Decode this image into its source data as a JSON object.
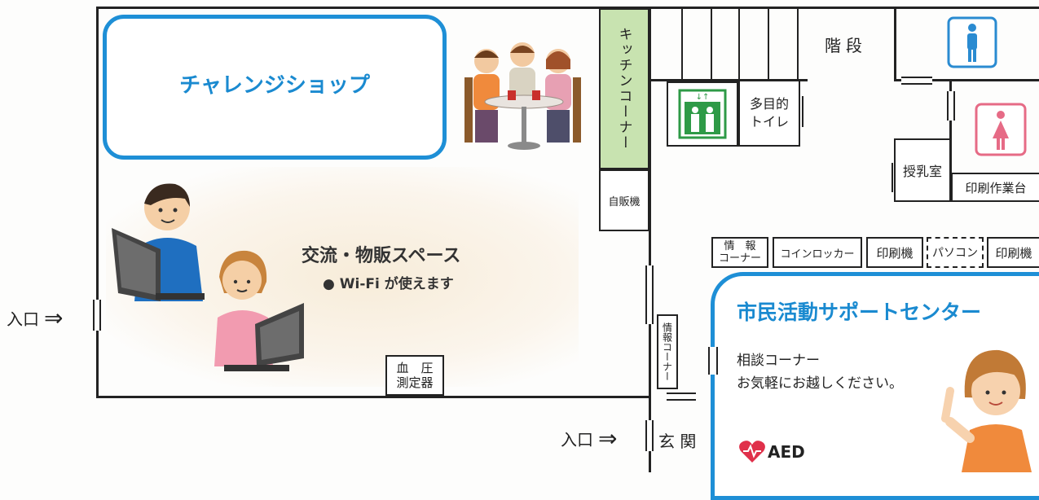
{
  "rooms": {
    "challenge_shop": "チャレンジショップ",
    "exchange_space": "交流・物販スペース",
    "wifi_note": "● Wi-Fi が使えます",
    "kitchen_corner": "キッチンコーナー",
    "vending_machine": "自販機",
    "stairs": "階段",
    "multipurpose_toilet": [
      "多目的",
      "トイレ"
    ],
    "nursing_room": "授乳室",
    "print_work_table": "印刷作業台",
    "blood_pressure": [
      "血　圧",
      "測定器"
    ],
    "info_corner_top": [
      "情　報",
      "コーナー"
    ],
    "coin_locker": "コインロッカー",
    "printer_1": "印刷機",
    "pc": "パソコン",
    "printer_2": "印刷機",
    "info_corner_vertical": "情報コーナー",
    "support_center": "市民活動サポートセンター",
    "consult_1": "相談コーナー",
    "consult_2": "お気軽にお越しください。",
    "aed": "AED",
    "entrance_hall": "玄 関"
  },
  "entries": {
    "left": "入口",
    "bottom": "入口"
  },
  "icons": {
    "arrow": "⇒"
  },
  "colors": {
    "blue": "#1e8fd6",
    "kitchen": "#c8e3b0",
    "elevator": "#2e9a47",
    "male": "#2a8bd1",
    "female": "#e66b86",
    "aed": "#e0304a"
  }
}
